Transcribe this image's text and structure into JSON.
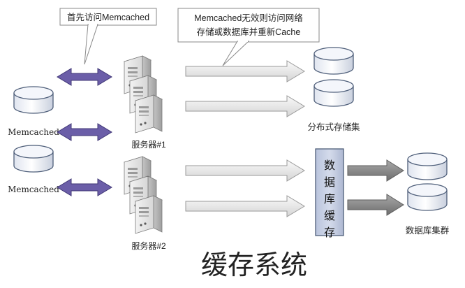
{
  "callouts": {
    "first_access": "首先访问Memcached",
    "fallback_line1": "Memcached无效则访问网络",
    "fallback_line2": "存储或数据库并重新Cache"
  },
  "memcached_nodes": [
    {
      "label": "Memcached"
    },
    {
      "label": "Memcached"
    }
  ],
  "servers": [
    {
      "label": "服务器#1"
    },
    {
      "label": "服务器#2"
    }
  ],
  "distributed_storage": {
    "label": "分布式存储集"
  },
  "db_cache": {
    "label": "数据库缓存"
  },
  "db_cluster": {
    "label": "数据库集群"
  },
  "title": "缓存系统",
  "colors": {
    "double_arrow": "#6b5ea8",
    "gray_arrow_fill": "#e4e4e4",
    "dark_arrow_fill": "#8c8c8c",
    "cylinder_fill": "#f4f6fb",
    "cylinder_stroke": "#4f5f7a",
    "db_cache_fill": "#c7cfe3"
  }
}
